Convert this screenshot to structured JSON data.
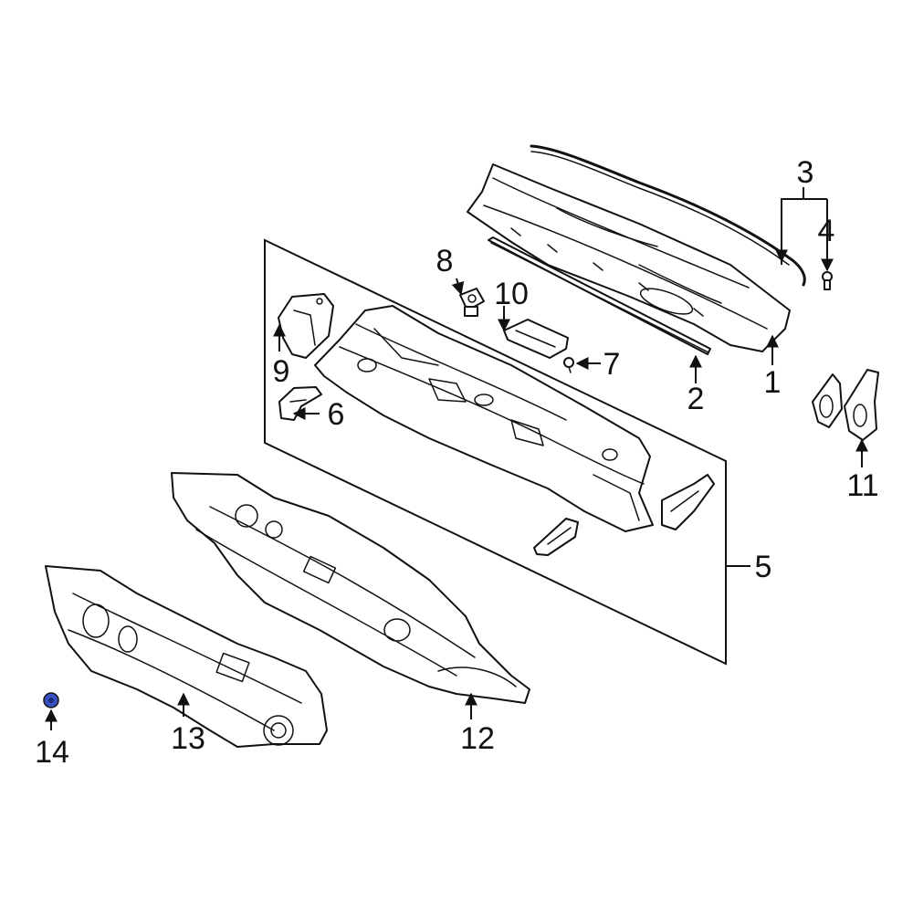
{
  "callouts": {
    "c1": "1",
    "c2": "2",
    "c3": "3",
    "c4": "4",
    "c5": "5",
    "c6": "6",
    "c7": "7",
    "c8": "8",
    "c9": "9",
    "c10": "10",
    "c11": "11",
    "c12": "12",
    "c13": "13",
    "c14": "14"
  },
  "colors": {
    "line": "#111111",
    "background": "#ffffff",
    "highlight_part": "#3a4fbf"
  }
}
